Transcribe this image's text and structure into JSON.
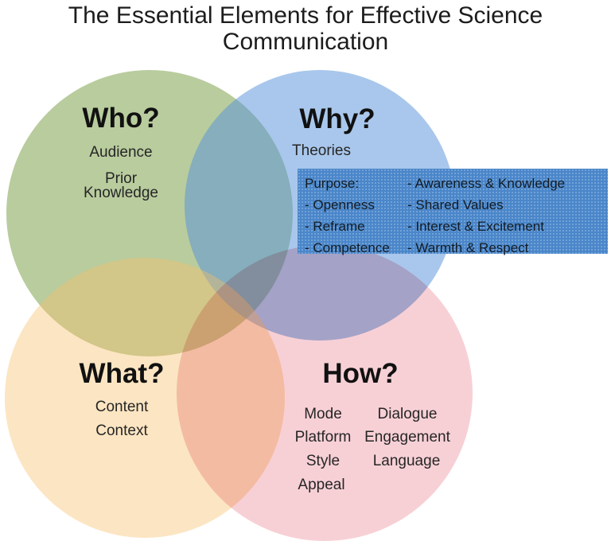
{
  "title": "The Essential Elements for Effective Science Communication",
  "who": {
    "heading": "Who?",
    "item1": "Audience",
    "item2": "Prior Knowledge"
  },
  "why": {
    "heading": "Why?",
    "item1": "Theories"
  },
  "what": {
    "heading": "What?",
    "item1": "Content",
    "item2": "Context"
  },
  "how": {
    "heading": "How?",
    "col1": [
      "Mode",
      "Platform",
      "Style",
      "Appeal"
    ],
    "col2": [
      "Dialogue",
      "Engagement",
      "Language"
    ]
  },
  "purpose_box": {
    "col1": [
      "Purpose:",
      "- Openness",
      "- Reframe",
      "- Competence"
    ],
    "col2": [
      "- Awareness & Knowledge",
      "- Shared Values",
      "- Interest & Excitement",
      "- Warmth & Respect"
    ]
  },
  "colors": {
    "who_circle": "#b9cc9e",
    "why_circle": "#a9c7ec",
    "what_circle": "#fce5c2",
    "how_circle": "#f7d0d6",
    "purpose_box_bg": "#4a86c9",
    "heading_text": "#111111",
    "body_text": "#262626",
    "box_text": "#121c26"
  }
}
